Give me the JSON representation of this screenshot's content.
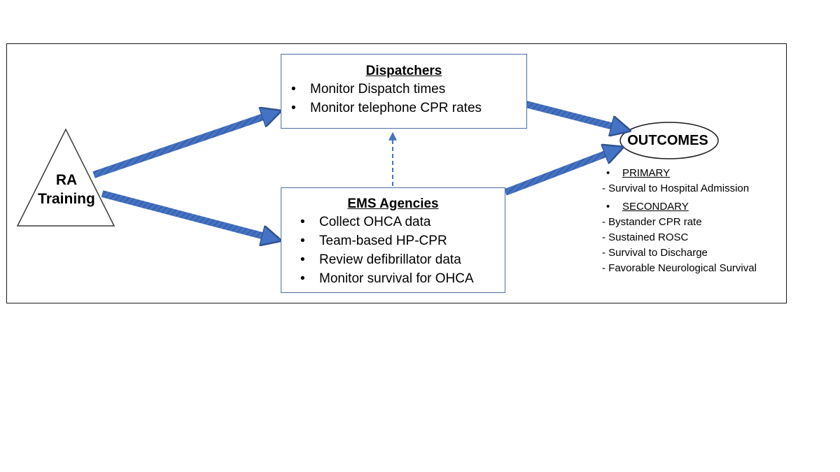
{
  "ra_training": {
    "line1": "RA",
    "line2": "Training"
  },
  "dispatchers": {
    "title": "Dispatchers",
    "items": [
      "Monitor Dispatch times",
      "Monitor telephone CPR rates"
    ]
  },
  "ems_agencies": {
    "title": "EMS Agencies",
    "items": [
      "Collect OHCA data",
      "Team-based HP-CPR",
      "Review defibrillator data",
      "Monitor survival for OHCA"
    ]
  },
  "outcomes": {
    "title": "OUTCOMES",
    "primary": {
      "label": "PRIMARY",
      "items": [
        "- Survival to Hospital Admission"
      ]
    },
    "secondary": {
      "label": "SECONDARY",
      "items": [
        "- Bystander CPR rate",
        "- Sustained ROSC",
        "- Survival to Discharge",
        "- Favorable Neurological Survival"
      ]
    }
  },
  "colors": {
    "arrow": "#4472c4",
    "arrow_dark": "#2f528f",
    "box_border": "#4a6fa5",
    "frame": "#1a1a1a"
  }
}
